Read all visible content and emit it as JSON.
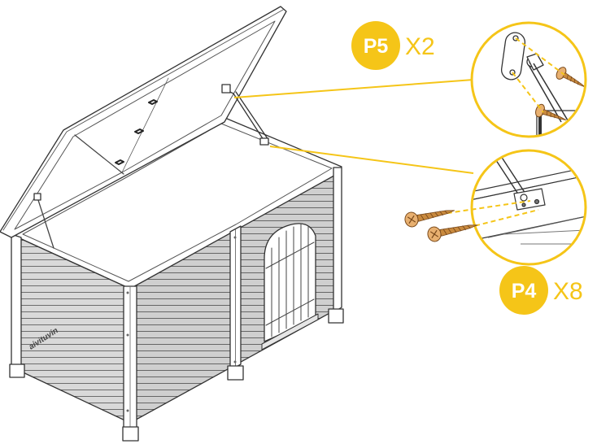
{
  "parts": [
    {
      "id": "P5",
      "quantity": "X2"
    },
    {
      "id": "P4",
      "quantity": "X8"
    }
  ],
  "brand": "aivituvin",
  "colors": {
    "accent": "#f5c518",
    "line": "#333333",
    "panel": "#d6d6d6",
    "screw_head": "#e8b070",
    "screw_thread": "#c98a3e"
  },
  "icons": [
    "hinge-icon",
    "screw-icon",
    "magnifier-callout-icon"
  ]
}
